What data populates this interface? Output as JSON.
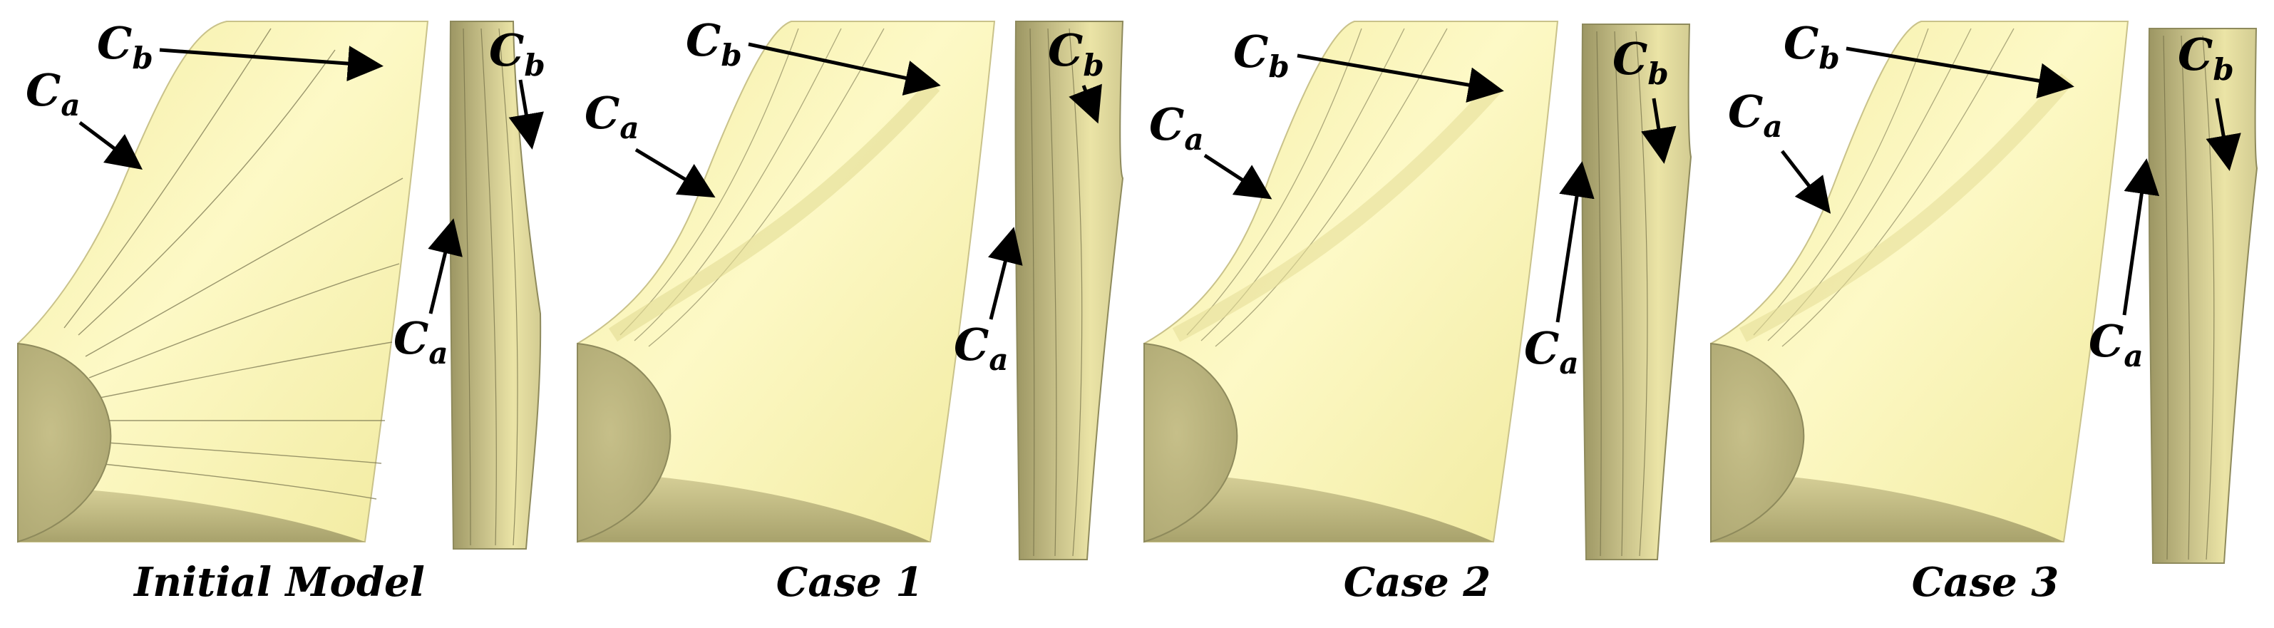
{
  "labels": {
    "curve_main": "C",
    "curve_a_sub": "a",
    "curve_b_sub": "b"
  },
  "panels": [
    {
      "id": "initial",
      "caption": "Initial Model"
    },
    {
      "id": "case1",
      "caption": "Case 1"
    },
    {
      "id": "case2",
      "caption": "Case 2"
    },
    {
      "id": "case3",
      "caption": "Case 3"
    }
  ],
  "colors": {
    "surface_light": "#fbf7c0",
    "surface_mid": "#f0e9a2",
    "surface_shadow": "#b9b37a",
    "hub": "#b8b17c",
    "side_dark": "#a29c67",
    "line": "#6c6a48",
    "arrow": "#000000"
  }
}
